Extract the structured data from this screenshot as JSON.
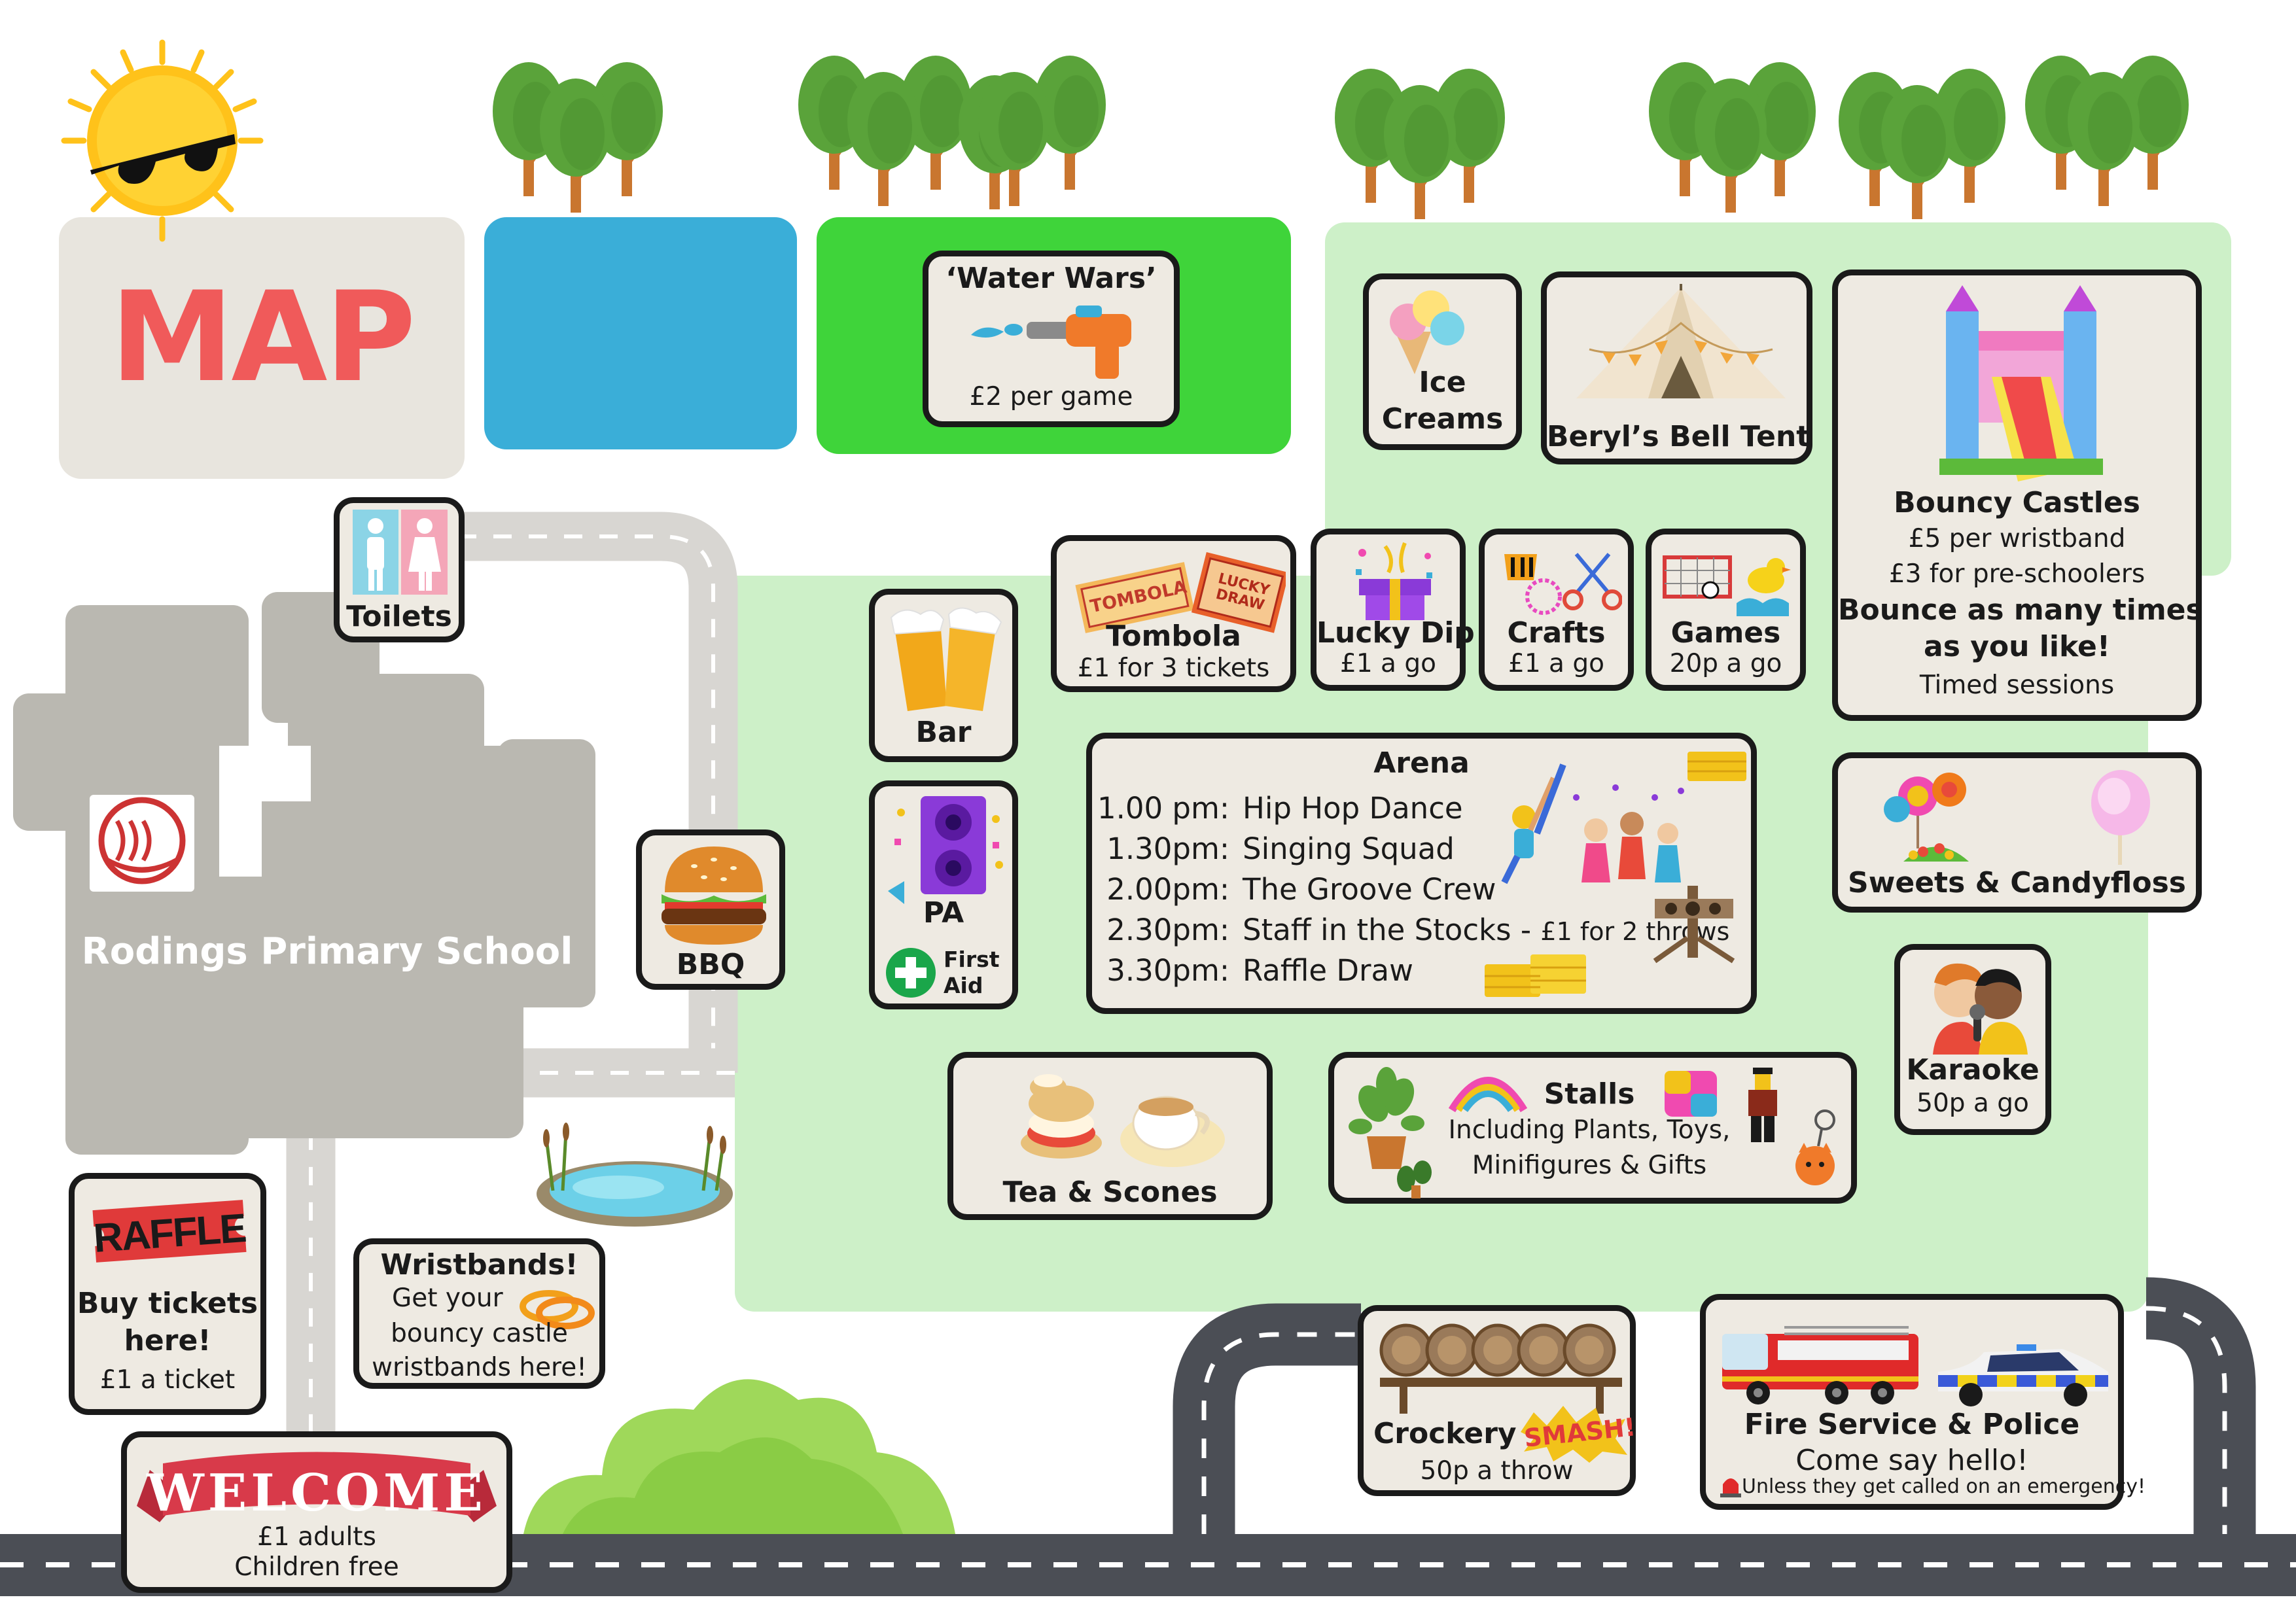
{
  "map_title": "MAP",
  "colors": {
    "title": "#f05a5a",
    "grass": "#cdf0c8",
    "pool": "#3aaed8",
    "water_field": "#3fd43a",
    "road": "#4b4e55",
    "building": "#bab8b1",
    "card_bg": "#eeeae2"
  },
  "school": {
    "name": "Rodings Primary School",
    "logo_icon": "viking-ship-logo"
  },
  "toilets": {
    "label": "Toilets",
    "icon": "toilet-icon"
  },
  "bbq": {
    "label": "BBQ",
    "icon": "burger-icon"
  },
  "water_wars": {
    "title": "‘Water Wars’",
    "price": "£2 per game",
    "icon": "water-pistol-icon"
  },
  "ice_creams": {
    "line1": "Ice",
    "line2": "Creams",
    "icon": "ice-cream-icon"
  },
  "bell_tent": {
    "label": "Beryl’s Bell Tent",
    "icon": "bell-tent-icon"
  },
  "bouncy": {
    "title": "Bouncy Castles",
    "line1": "£5 per wristband",
    "line2": "£3 for pre-schoolers",
    "line3": "Bounce as many times",
    "line4": "as you like!",
    "line5": "Timed sessions",
    "icon": "bouncy-castle-icon"
  },
  "bar": {
    "label": "Bar",
    "icon": "beer-icon"
  },
  "pa": {
    "label": "PA",
    "icon": "speaker-icon"
  },
  "first_aid": {
    "line1": "First",
    "line2": "Aid",
    "icon": "first-aid-icon"
  },
  "tombola": {
    "title": "Tombola",
    "price": "£1 for 3 tickets",
    "ticket1": "TOMBOLA",
    "ticket2": "LUCKY DRAW"
  },
  "lucky_dip": {
    "title": "Lucky Dip",
    "price": "£1 a go",
    "icon": "gift-box-icon"
  },
  "crafts": {
    "title": "Crafts",
    "price": "£1 a go",
    "icon": "crafts-icon"
  },
  "games": {
    "title": "Games",
    "price": "20p a go",
    "icon": "games-icon"
  },
  "arena": {
    "title": "Arena",
    "schedule": [
      {
        "time": "1.00 pm:",
        "event": "Hip Hop Dance",
        "note": ""
      },
      {
        "time": "1.30pm:",
        "event": "Singing Squad",
        "note": ""
      },
      {
        "time": "2.00pm:",
        "event": "The Groove Crew",
        "note": ""
      },
      {
        "time": "2.30pm:",
        "event": "Staff in the Stocks - ",
        "note": "£1 for 2 throws"
      },
      {
        "time": "3.30pm:",
        "event": "Raffle Draw",
        "note": ""
      }
    ]
  },
  "sweets": {
    "label": "Sweets & Candyfloss",
    "icon": "candy-icon"
  },
  "karaoke": {
    "title": "Karaoke",
    "price": "50p a go",
    "icon": "karaoke-icon"
  },
  "tea": {
    "label": "Tea & Scones",
    "icon": "tea-scones-icon"
  },
  "stalls": {
    "title": "Stalls",
    "line1": "Including Plants, Toys,",
    "line2": "Minifigures & Gifts",
    "icon": "stalls-icon"
  },
  "raffle": {
    "banner": "RAFFLE",
    "line1": "Buy tickets",
    "line2": "here!",
    "line3": "£1 a ticket"
  },
  "wristbands": {
    "title": "Wristbands!",
    "line1": "Get your",
    "line2": "bouncy castle",
    "line3": "wristbands here!",
    "icon": "wristband-icon"
  },
  "crockery": {
    "title": "Crockery",
    "smash": "SMASH!",
    "price": "50p a throw",
    "icon": "plates-icon"
  },
  "fire_police": {
    "title": "Fire Service & Police",
    "line1": "Come say hello!",
    "line2": "Unless they get called on an emergency!",
    "icon": "fire-engine-icon"
  },
  "welcome": {
    "banner": "WELCOME",
    "line1": "£1 adults",
    "line2": "Children free"
  }
}
